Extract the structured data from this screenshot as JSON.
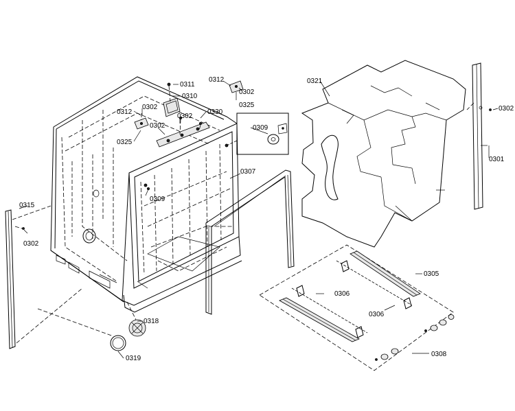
{
  "callouts": {
    "c0301": "0301",
    "c0302_top_mid": "0302",
    "c0302_right": "0302",
    "c0302_left_top": "0302",
    "c0302_center": "0302",
    "c0302_center2": "0302",
    "c0302_left_edge": "0302",
    "c0305": "0305",
    "c0306_left": "0306",
    "c0306_right": "0306",
    "c0307": "0307",
    "c0308": "0308",
    "c0309_top": "0309",
    "c0309_mid": "0309",
    "c0310": "0310",
    "c0311": "0311",
    "c0312_left": "0312",
    "c0312_top": "0312",
    "c0315": "0315",
    "c0318": "0318",
    "c0319": "0319",
    "c0321": "0321",
    "c0325_left": "0325",
    "c0325_top": "0325",
    "c0330": "0330"
  }
}
